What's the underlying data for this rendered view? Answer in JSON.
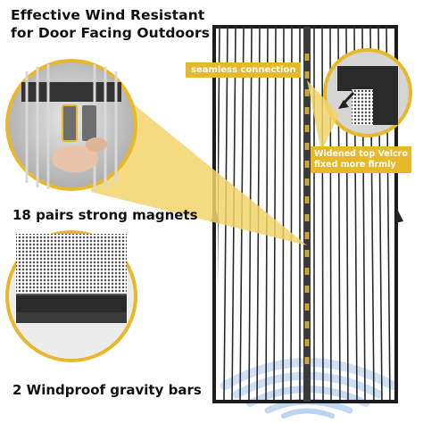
{
  "title": {
    "line1": "Effective Wind Resistant",
    "line2": "for Door Facing Outdoors"
  },
  "callouts": {
    "seamless": "seamless connection",
    "velcro_line1": "Widened top Velcro",
    "velcro_line2": "fixed more firmly"
  },
  "captions": {
    "magnets": "18 pairs strong magnets",
    "bars": "2 Windproof gravity bars"
  },
  "colors": {
    "accent_yellow": "#e7b92a",
    "mesh_dark": "#2b2b2b",
    "airflow_blue": "#a9c9ee"
  },
  "icons": [
    "magnet-closeup-circle",
    "velcro-corner-circle",
    "gravity-bar-circle",
    "airflow-waves"
  ]
}
